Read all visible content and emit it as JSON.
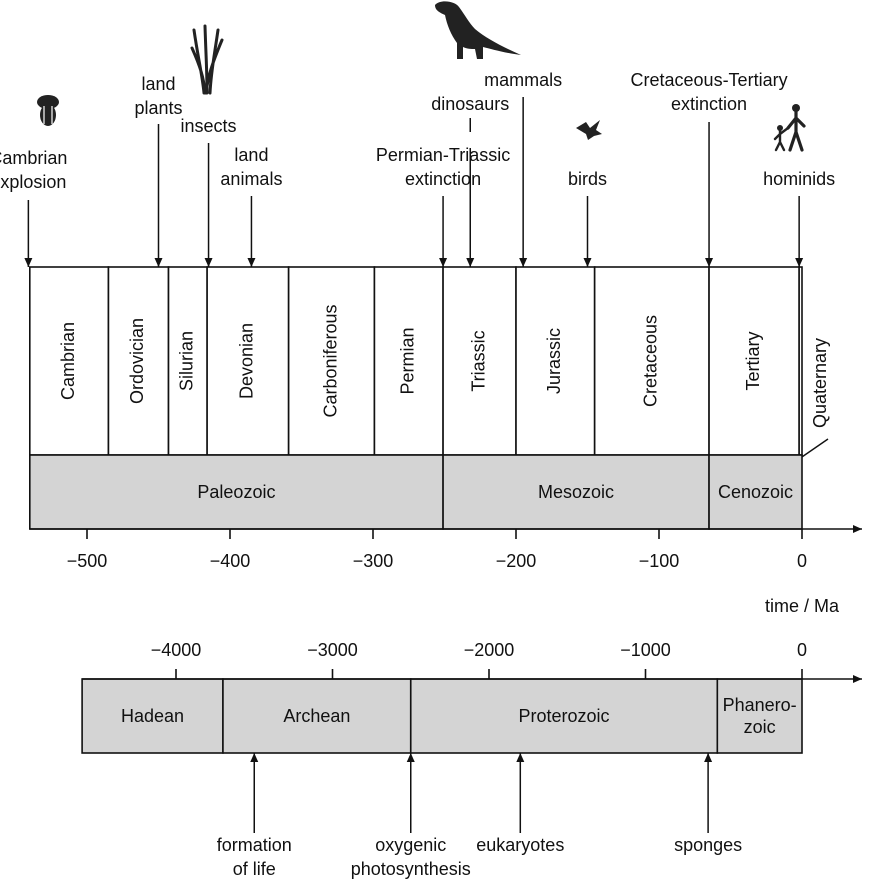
{
  "colors": {
    "era_fill": "#d4d4d4",
    "line": "#111111",
    "icon": "#222222"
  },
  "chart_data": [
    {
      "type": "table",
      "title": "",
      "x_unit_label": "time / Ma",
      "xlim": [
        -540,
        0
      ],
      "ticks": [
        {
          "value": -500,
          "label": "−500"
        },
        {
          "value": -400,
          "label": "−400"
        },
        {
          "value": -300,
          "label": "−300"
        },
        {
          "value": -200,
          "label": "−200"
        },
        {
          "value": -100,
          "label": "−100"
        },
        {
          "value": 0,
          "label": "0"
        }
      ],
      "periods": [
        {
          "name": "Cambrian",
          "start": -541,
          "end": -485
        },
        {
          "name": "Ordovician",
          "start": -485,
          "end": -443
        },
        {
          "name": "Silurian",
          "start": -443,
          "end": -416
        },
        {
          "name": "Devonian",
          "start": -416,
          "end": -359
        },
        {
          "name": "Carboniferous",
          "start": -359,
          "end": -299
        },
        {
          "name": "Permian",
          "start": -299,
          "end": -251
        },
        {
          "name": "Triassic",
          "start": -251,
          "end": -200
        },
        {
          "name": "Jurassic",
          "start": -200,
          "end": -145
        },
        {
          "name": "Cretaceous",
          "start": -145,
          "end": -65
        },
        {
          "name": "Tertiary",
          "start": -65,
          "end": -2
        },
        {
          "name": "Quaternary",
          "start": -2,
          "end": 0
        }
      ],
      "eras": [
        {
          "name": "Paleozoic",
          "start": -541,
          "end": -251
        },
        {
          "name": "Mesozoic",
          "start": -251,
          "end": -65
        },
        {
          "name": "Cenozoic",
          "start": -65,
          "end": 0
        }
      ],
      "events": [
        {
          "label": [
            "Cambrian",
            "explosion"
          ],
          "time": -541,
          "icon": "trilobite-icon"
        },
        {
          "label": [
            "land",
            "plants"
          ],
          "time": -450,
          "icon": "plant-icon"
        },
        {
          "label": [
            "insects"
          ],
          "time": -415
        },
        {
          "label": [
            "land",
            "animals"
          ],
          "time": -385
        },
        {
          "label": [
            "Permian-Triassic",
            "extinction"
          ],
          "time": -251
        },
        {
          "label": [
            "dinosaurs"
          ],
          "time": -232,
          "icon": "dinosaur-icon"
        },
        {
          "label": [
            "mammals"
          ],
          "time": -195
        },
        {
          "label": [
            "birds"
          ],
          "time": -150,
          "icon": "bird-icon"
        },
        {
          "label": [
            "Cretaceous-Tertiary",
            "extinction"
          ],
          "time": -65
        },
        {
          "label": [
            "hominids"
          ],
          "time": -2,
          "icon": "hominid-icon"
        }
      ]
    },
    {
      "type": "table",
      "title": "",
      "xlim": [
        -4600,
        0
      ],
      "ticks": [
        {
          "value": -4000,
          "label": "−4000"
        },
        {
          "value": -3000,
          "label": "−3000"
        },
        {
          "value": -2000,
          "label": "−2000"
        },
        {
          "value": -1000,
          "label": "−1000"
        },
        {
          "value": 0,
          "label": "0"
        }
      ],
      "eons": [
        {
          "name": [
            "Hadean"
          ],
          "start": -4600,
          "end": -3700
        },
        {
          "name": [
            "Archean"
          ],
          "start": -3700,
          "end": -2500
        },
        {
          "name": [
            "Proterozoic"
          ],
          "start": -2500,
          "end": -541
        },
        {
          "name": [
            "Phanero-",
            "zoic"
          ],
          "start": -541,
          "end": 0
        }
      ],
      "events": [
        {
          "label": [
            "formation",
            "of life"
          ],
          "time": -3500
        },
        {
          "label": [
            "oxygenic",
            "photosynthesis"
          ],
          "time": -2500
        },
        {
          "label": [
            "eukaryotes"
          ],
          "time": -1800
        },
        {
          "label": [
            "sponges"
          ],
          "time": -600
        }
      ]
    }
  ]
}
